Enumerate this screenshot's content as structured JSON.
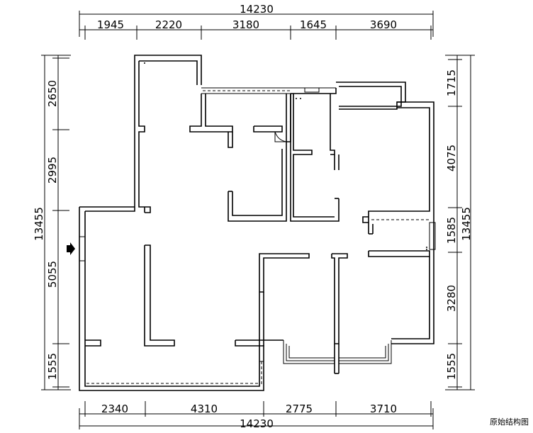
{
  "drawing": {
    "caption": "原始结构图",
    "top_total": "14230",
    "top_segments": [
      "1945",
      "2220",
      "3180",
      "1645",
      "3690"
    ],
    "bottom_total": "14230",
    "bottom_segments": [
      "2340",
      "4310",
      "2775",
      "3710"
    ],
    "left_total": "13455",
    "left_segments": [
      "2650",
      "2995",
      "5055",
      "1555"
    ],
    "right_total": "13455",
    "right_segments": [
      "1715",
      "4075",
      "1585",
      "3280",
      "1555"
    ]
  }
}
